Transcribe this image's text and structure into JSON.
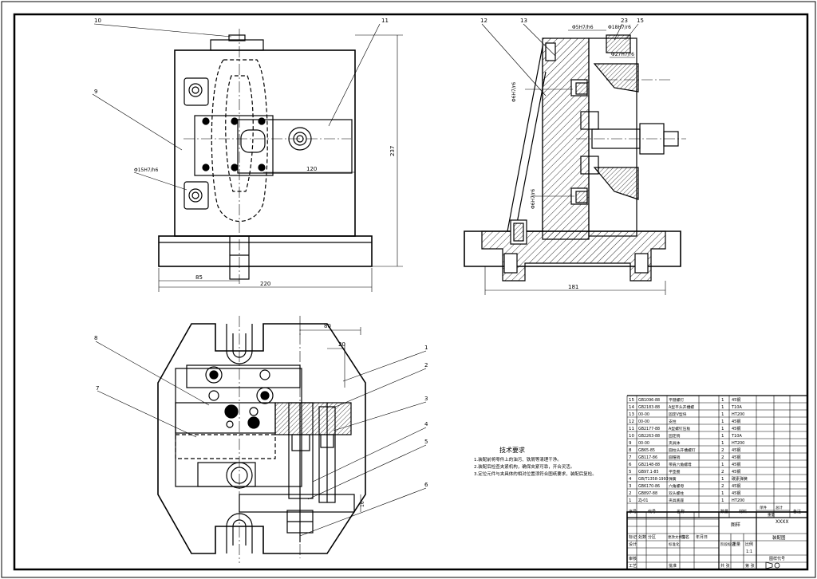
{
  "drawing_title": "装配图",
  "part_numbers": {
    "front": [
      "10",
      "11",
      "9"
    ],
    "side": [
      "12",
      "13",
      "23",
      "15"
    ],
    "top_left": [
      "8",
      "7"
    ],
    "top_right": [
      "1",
      "2",
      "3",
      "4",
      "5",
      "6"
    ]
  },
  "fits": {
    "front": "Φ15H7/h6",
    "side_a": "Φ5H7/h6",
    "side_b": "Φ18H7/r6",
    "side_c": "Φ27H7/r6",
    "side_d": "Φ6H7/r6",
    "side_e": "Φ6H7/r6"
  },
  "dimensions": {
    "front_inner": "120",
    "front_height": "237",
    "front_left": "85",
    "front_width": "220",
    "side_width": "181",
    "top_80": "80",
    "top_20": "20",
    "top_16": "16"
  },
  "tech_req": {
    "title": "技术要求",
    "items": [
      "1.装配前将零件上的油污、铁屑等清理干净。",
      "2.装配后检查夹紧机构，确保夹紧可靠，开合灵活。",
      "3.定位元件与夹具体的相对位置须符合图纸要求，装配后复检。"
    ]
  },
  "bom": [
    {
      "no": "15",
      "code": "GB1096-88",
      "name": "平键螺钉",
      "qty": "1",
      "mat": "45钢"
    },
    {
      "no": "14",
      "code": "GB2183-88",
      "name": "A型平头开槽螺",
      "qty": "1",
      "mat": "T10A"
    },
    {
      "no": "13",
      "code": "00-00",
      "name": "固定V型块",
      "qty": "1",
      "mat": "HT200"
    },
    {
      "no": "12",
      "code": "00-00",
      "name": "支柱",
      "qty": "1",
      "mat": "45钢"
    },
    {
      "no": "11",
      "code": "GB2177-88",
      "name": "A型螺钉压板",
      "qty": "1",
      "mat": "45钢"
    },
    {
      "no": "10",
      "code": "GB2263-88",
      "name": "固定销",
      "qty": "1",
      "mat": "T10A"
    },
    {
      "no": "9",
      "code": "00-00",
      "name": "夹具体",
      "qty": "1",
      "mat": "HT200"
    },
    {
      "no": "8",
      "code": "GB65-85",
      "name": "圆柱头开槽螺钉",
      "qty": "2",
      "mat": "45钢"
    },
    {
      "no": "7",
      "code": "GB117-86",
      "name": "圆锥销",
      "qty": "2",
      "mat": "45钢"
    },
    {
      "no": "6",
      "code": "GB2148-88",
      "name": "带肩六角螺母",
      "qty": "1",
      "mat": "45钢"
    },
    {
      "no": "5",
      "code": "GB97.1-85",
      "name": "平垫圈",
      "qty": "2",
      "mat": "45钢"
    },
    {
      "no": "4",
      "code": "GB/T1358-1993",
      "name": "弹簧",
      "qty": "1",
      "mat": "碳素弹簧"
    },
    {
      "no": "3",
      "code": "GB6170-86",
      "name": "六角螺母",
      "qty": "2",
      "mat": "45钢"
    },
    {
      "no": "2",
      "code": "GB897-88",
      "name": "双头螺柱",
      "qty": "1",
      "mat": "45钢"
    },
    {
      "no": "1",
      "code": "ZJ-01",
      "name": "夹具底座",
      "qty": "1",
      "mat": "HT200"
    }
  ],
  "bom_header": {
    "no": "序号",
    "code": "代号",
    "name": "名称",
    "qty": "数量",
    "mat": "材料",
    "single": "单件",
    "total": "总计",
    "weight": "重量",
    "note": "备注"
  },
  "title_block": {
    "tag": "XXXX",
    "drawing": "装配图",
    "material": "图样",
    "stage": "阶段标记",
    "weight": "重量",
    "scale": "比例",
    "scale_val": "1:1",
    "code_no": "图样代号",
    "marks": "标记",
    "count": "处数",
    "zone": "分区",
    "change": "更改文件号",
    "sign": "签名",
    "date": "年月日",
    "design": "设计",
    "std": "标准化",
    "review": "审核",
    "process": "工艺",
    "approve": "批准",
    "sheet": "共 张",
    "page": "第 张"
  }
}
